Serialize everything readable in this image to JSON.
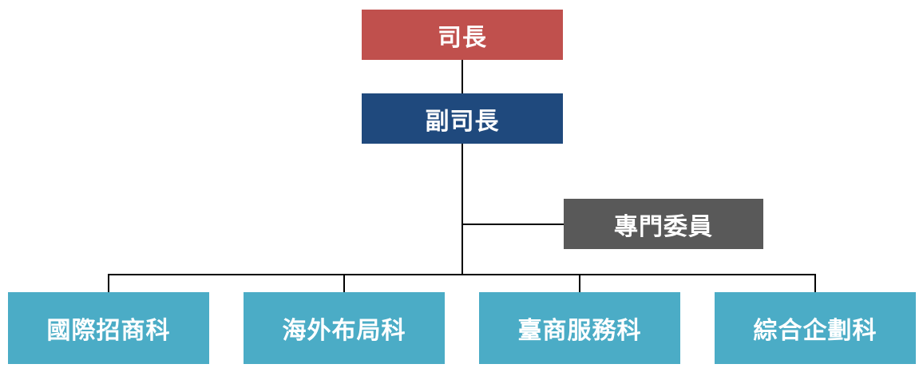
{
  "chart": {
    "director": {
      "label": "司長",
      "color": "#C0504D"
    },
    "deputy": {
      "label": "副司長",
      "color": "#1F497D"
    },
    "commissioner": {
      "label": "專門委員",
      "color": "#595959"
    },
    "sections": [
      {
        "label": "國際招商科",
        "color": "#4BACC6"
      },
      {
        "label": "海外布局科",
        "color": "#4BACC6"
      },
      {
        "label": "臺商服務科",
        "color": "#4BACC6"
      },
      {
        "label": "綜合企劃科",
        "color": "#4BACC6"
      }
    ]
  }
}
